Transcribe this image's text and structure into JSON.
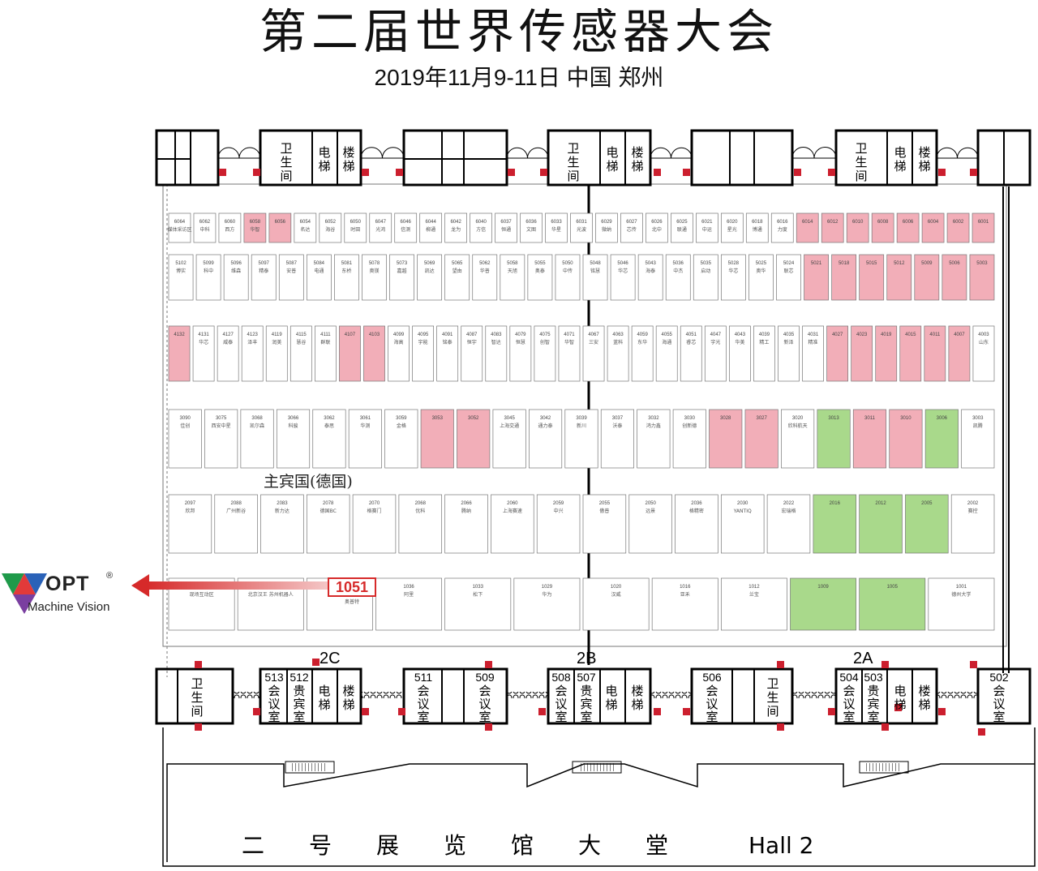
{
  "header": {
    "title": "第二届世界传感器大会",
    "subtitle": "2019年11月9-11日 中国 郑州"
  },
  "labels": {
    "restroom": "卫生间",
    "elevator": "电梯",
    "stairs": "楼梯",
    "meeting_room": "会议室",
    "vip_room": "贵宾室",
    "guest_country": "主宾国(德国)",
    "hall_label": "Hall 2",
    "hall_cn": [
      "二",
      "号",
      "展",
      "览",
      "馆",
      "大",
      "堂"
    ]
  },
  "rooms": {
    "bottom": [
      "513",
      "512",
      "511",
      "509",
      "508",
      "507",
      "506",
      "504",
      "503",
      "502"
    ]
  },
  "zones": [
    "2C",
    "2B",
    "2A"
  ],
  "highlight": {
    "booth": "1051",
    "name": "奥普特"
  },
  "logo": {
    "word": "OPT",
    "reg": "®",
    "sub": "Machine Vision"
  },
  "colors": {
    "pink": "#f2aeb8",
    "green": "#a9d98b",
    "red_marker": "#cc1f2e",
    "arrow": "#d62a2a"
  },
  "booths": {
    "row6": [
      {
        "num": "6064",
        "name": "媒体采访区"
      },
      {
        "num": "6062",
        "name": "中科"
      },
      {
        "num": "6060",
        "name": "西方"
      },
      {
        "num": "6058",
        "name": "华智",
        "color": "pink"
      },
      {
        "num": "6056",
        "name": "",
        "color": "pink"
      },
      {
        "num": "6054",
        "name": "名达"
      },
      {
        "num": "6052",
        "name": "海谷"
      },
      {
        "num": "6050",
        "name": "时田"
      },
      {
        "num": "6047",
        "name": "光鸿"
      },
      {
        "num": "6046",
        "name": "信测"
      },
      {
        "num": "6044",
        "name": "柳通"
      },
      {
        "num": "6042",
        "name": "龙为"
      },
      {
        "num": "6040",
        "name": "方信"
      },
      {
        "num": "6037",
        "name": "恒通"
      },
      {
        "num": "6036",
        "name": "文图"
      },
      {
        "num": "6033",
        "name": "华星"
      },
      {
        "num": "6031",
        "name": "光波"
      },
      {
        "num": "6029",
        "name": "微纳"
      },
      {
        "num": "6027",
        "name": "芯传"
      },
      {
        "num": "6026",
        "name": "北中"
      },
      {
        "num": "6025",
        "name": "联通"
      },
      {
        "num": "6021",
        "name": "中运"
      },
      {
        "num": "6020",
        "name": "星光"
      },
      {
        "num": "6018",
        "name": "博通"
      },
      {
        "num": "6016",
        "name": "力度"
      },
      {
        "num": "6014",
        "name": "",
        "color": "pink"
      },
      {
        "num": "6012",
        "name": "",
        "color": "pink"
      },
      {
        "num": "6010",
        "name": "",
        "color": "pink"
      },
      {
        "num": "6008",
        "name": "",
        "color": "pink"
      },
      {
        "num": "6006",
        "name": "",
        "color": "pink"
      },
      {
        "num": "6004",
        "name": "",
        "color": "pink"
      },
      {
        "num": "6002",
        "name": "",
        "color": "pink"
      },
      {
        "num": "6001",
        "name": "",
        "color": "pink"
      }
    ],
    "row5": [
      {
        "num": "5102",
        "name": "博实"
      },
      {
        "num": "5099",
        "name": "科中"
      },
      {
        "num": "5096",
        "name": "维森"
      },
      {
        "num": "5097",
        "name": "精泰"
      },
      {
        "num": "5087",
        "name": "安普"
      },
      {
        "num": "5084",
        "name": "电通"
      },
      {
        "num": "5081",
        "name": "东桥"
      },
      {
        "num": "5078",
        "name": "奥镁"
      },
      {
        "num": "5073",
        "name": "嘉越"
      },
      {
        "num": "5069",
        "name": "凯达"
      },
      {
        "num": "5065",
        "name": "望由"
      },
      {
        "num": "5062",
        "name": "华普"
      },
      {
        "num": "5058",
        "name": "天旭"
      },
      {
        "num": "5055",
        "name": "奥泰"
      },
      {
        "num": "5050",
        "name": "中传"
      },
      {
        "num": "5048",
        "name": "铭慧"
      },
      {
        "num": "5046",
        "name": "华芯"
      },
      {
        "num": "5043",
        "name": "海泰"
      },
      {
        "num": "5036",
        "name": "中杰"
      },
      {
        "num": "5035",
        "name": "启动"
      },
      {
        "num": "5028",
        "name": "华芯"
      },
      {
        "num": "5025",
        "name": "奥华"
      },
      {
        "num": "5024",
        "name": "联芯"
      },
      {
        "num": "5021",
        "name": "",
        "color": "pink"
      },
      {
        "num": "5018",
        "name": "",
        "color": "pink"
      },
      {
        "num": "5015",
        "name": "",
        "color": "pink"
      },
      {
        "num": "5012",
        "name": "",
        "color": "pink"
      },
      {
        "num": "5009",
        "name": "",
        "color": "pink"
      },
      {
        "num": "5006",
        "name": "",
        "color": "pink"
      },
      {
        "num": "5003",
        "name": "",
        "color": "pink"
      }
    ],
    "row4": [
      {
        "num": "4132",
        "name": "",
        "color": "pink"
      },
      {
        "num": "4131",
        "name": "华芯"
      },
      {
        "num": "4127",
        "name": "威泰"
      },
      {
        "num": "4123",
        "name": "泽丰"
      },
      {
        "num": "4119",
        "name": "润美"
      },
      {
        "num": "4115",
        "name": "慧谷"
      },
      {
        "num": "4111",
        "name": "群联"
      },
      {
        "num": "4107",
        "name": "",
        "color": "pink"
      },
      {
        "num": "4103",
        "name": "",
        "color": "pink"
      },
      {
        "num": "4099",
        "name": "海高"
      },
      {
        "num": "4095",
        "name": "宇能"
      },
      {
        "num": "4091",
        "name": "铭泰"
      },
      {
        "num": "4087",
        "name": "恒宇"
      },
      {
        "num": "4083",
        "name": "智达"
      },
      {
        "num": "4079",
        "name": "恒慧"
      },
      {
        "num": "4075",
        "name": "创智"
      },
      {
        "num": "4071",
        "name": "华智"
      },
      {
        "num": "4067",
        "name": "三安"
      },
      {
        "num": "4063",
        "name": "蓝科"
      },
      {
        "num": "4059",
        "name": "东华"
      },
      {
        "num": "4055",
        "name": "海通"
      },
      {
        "num": "4051",
        "name": "睿芯"
      },
      {
        "num": "4047",
        "name": "宇光"
      },
      {
        "num": "4043",
        "name": "华美"
      },
      {
        "num": "4039",
        "name": "精工"
      },
      {
        "num": "4035",
        "name": "新泽"
      },
      {
        "num": "4031",
        "name": "精准"
      },
      {
        "num": "4027",
        "name": "",
        "color": "pink"
      },
      {
        "num": "4023",
        "name": "",
        "color": "pink"
      },
      {
        "num": "4019",
        "name": "",
        "color": "pink"
      },
      {
        "num": "4015",
        "name": "",
        "color": "pink"
      },
      {
        "num": "4011",
        "name": "",
        "color": "pink"
      },
      {
        "num": "4007",
        "name": "",
        "color": "pink"
      },
      {
        "num": "4003",
        "name": "山东"
      }
    ],
    "row3": [
      {
        "num": "3090",
        "name": "佳创"
      },
      {
        "num": "3075",
        "name": "西安中星"
      },
      {
        "num": "3068",
        "name": "凯尔森"
      },
      {
        "num": "3066",
        "name": "科骏"
      },
      {
        "num": "3062",
        "name": "泰思"
      },
      {
        "num": "3061",
        "name": "华测"
      },
      {
        "num": "3059",
        "name": "金格"
      },
      {
        "num": "3053",
        "name": "",
        "color": "pink"
      },
      {
        "num": "3052",
        "name": "",
        "color": "pink"
      },
      {
        "num": "3045",
        "name": "上海交通"
      },
      {
        "num": "3042",
        "name": "通力泰"
      },
      {
        "num": "3039",
        "name": "新川"
      },
      {
        "num": "3037",
        "name": "沃泰"
      },
      {
        "num": "3032",
        "name": "鸿力鑫"
      },
      {
        "num": "3030",
        "name": "创新德"
      },
      {
        "num": "3028",
        "name": "",
        "color": "pink"
      },
      {
        "num": "3027",
        "name": "",
        "color": "pink"
      },
      {
        "num": "3020",
        "name": "欣科航天"
      },
      {
        "num": "3013",
        "name": "",
        "color": "green"
      },
      {
        "num": "3011",
        "name": "",
        "color": "pink"
      },
      {
        "num": "3010",
        "name": "",
        "color": "pink"
      },
      {
        "num": "3006",
        "name": "",
        "color": "green"
      },
      {
        "num": "3003",
        "name": "凯腾"
      }
    ],
    "row2": [
      {
        "num": "2097",
        "name": "欣邦"
      },
      {
        "num": "2088",
        "name": "广州新谷"
      },
      {
        "num": "2083",
        "name": "新力达"
      },
      {
        "num": "2078",
        "name": "德国BC"
      },
      {
        "num": "2070",
        "name": "格赛门"
      },
      {
        "num": "2068",
        "name": "优科"
      },
      {
        "num": "2066",
        "name": "腾纳"
      },
      {
        "num": "2060",
        "name": "上海赛速"
      },
      {
        "num": "2059",
        "name": "中兴"
      },
      {
        "num": "2055",
        "name": "傲普"
      },
      {
        "num": "2050",
        "name": "远景"
      },
      {
        "num": "2036",
        "name": "格精密"
      },
      {
        "num": "2030",
        "name": "YANTIQ"
      },
      {
        "num": "2022",
        "name": "宏瑞格"
      },
      {
        "num": "2016",
        "name": "",
        "color": "green"
      },
      {
        "num": "2012",
        "name": "",
        "color": "green"
      },
      {
        "num": "2005",
        "name": "",
        "color": "green"
      },
      {
        "num": "2002",
        "name": "赛控"
      }
    ],
    "row1": [
      {
        "num": "1060",
        "name": "现场互动区"
      },
      {
        "num": "1055",
        "name": "北京汉王 苏州机器人"
      },
      {
        "num": "1051",
        "name": "奥普特"
      },
      {
        "num": "1036",
        "name": "阿里"
      },
      {
        "num": "1033",
        "name": "松下"
      },
      {
        "num": "1029",
        "name": "华为"
      },
      {
        "num": "1020",
        "name": "汉威"
      },
      {
        "num": "1016",
        "name": "亚禾"
      },
      {
        "num": "1012",
        "name": "兰宝"
      },
      {
        "num": "1009",
        "name": "",
        "color": "green"
      },
      {
        "num": "1005",
        "name": "",
        "color": "green"
      },
      {
        "num": "1001",
        "name": "德州大学"
      }
    ]
  }
}
